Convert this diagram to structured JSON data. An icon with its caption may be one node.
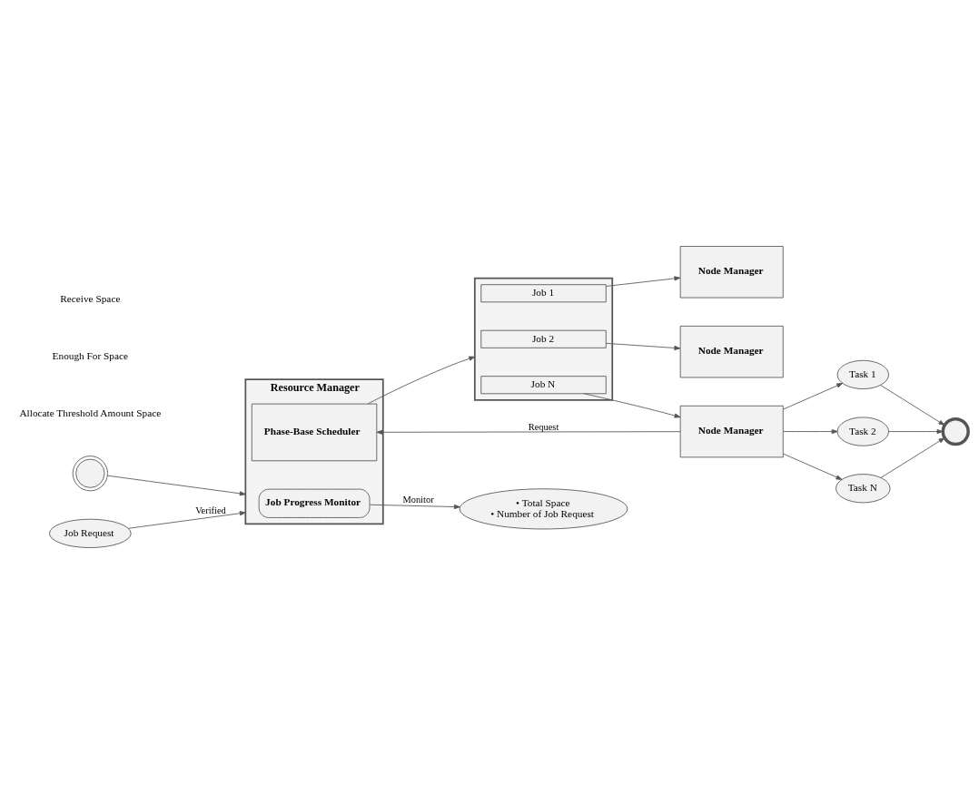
{
  "diagram": {
    "nodes": [
      {
        "text": [],
        "shape": "circle"
      },
      {
        "text": [
          "Resource Manager"
        ]
      },
      {
        "text": [
          "Phase-Base Scheduler"
        ],
        "in": 1
      },
      {
        "text": [
          "Job Progress Monitor"
        ],
        "in": 1
      },
      {
        "text": [
          "Job Request"
        ]
      },
      {
        "text": [],
        "shape": "box"
      },
      {
        "text": [
          "Job 1"
        ],
        "in": 5
      },
      {
        "text": [
          "Job 2"
        ],
        "in": 5
      },
      {
        "text": [
          "Job N"
        ],
        "in": 5
      },
      {
        "text": [
          "Node Manager"
        ]
      },
      {
        "text": [
          "Node Manager"
        ]
      },
      {
        "text": [
          "Node Manager"
        ]
      },
      {
        "text": [
          "• Total Space",
          "• Number of Job Request"
        ]
      },
      {
        "text": [
          "Task 1"
        ]
      },
      {
        "text": [
          "Task 2"
        ]
      },
      {
        "text": [
          "Task N"
        ]
      },
      {
        "text": [],
        "shape": "circle"
      }
    ],
    "edges": [
      {
        "from": 0,
        "to": 1,
        "arrow": "to"
      },
      {
        "from": 4,
        "to": 1,
        "arrow": "to",
        "label": "Verified"
      },
      {
        "from": 2,
        "to": 5,
        "arrow": "to"
      },
      {
        "from": 11,
        "to": 2,
        "arrow": "to",
        "label": "Request"
      },
      {
        "from": 3,
        "to": 12,
        "arrow": "to",
        "label": "Monitor"
      },
      {
        "from": 6,
        "to": 9,
        "arrow": "to"
      },
      {
        "from": 7,
        "to": 10,
        "arrow": "to"
      },
      {
        "from": 8,
        "to": 11,
        "arrow": "to"
      },
      {
        "from": 11,
        "to": 13,
        "arrow": "to"
      },
      {
        "from": 11,
        "to": 14,
        "arrow": "to"
      },
      {
        "from": 11,
        "to": 15,
        "arrow": "to"
      },
      {
        "from": 13,
        "to": 16,
        "arrow": "to"
      },
      {
        "from": 14,
        "to": 16,
        "arrow": "to"
      },
      {
        "from": 15,
        "to": 16,
        "arrow": "to"
      }
    ],
    "labels": [
      "Allocate Threshold Amount Space",
      "Enough For Space",
      "Receive Space"
    ]
  }
}
